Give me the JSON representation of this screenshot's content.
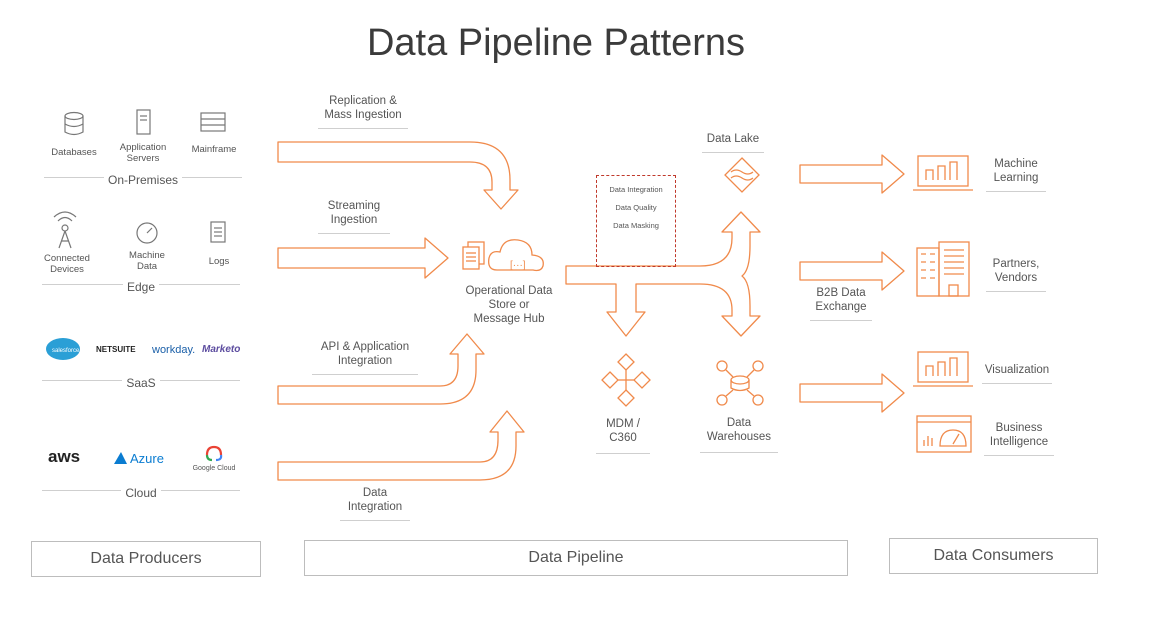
{
  "title": "Data Pipeline Patterns",
  "colors": {
    "accent": "#f08a4b",
    "text": "#4a4a4a",
    "line": "#bdbdbd",
    "salesforce": "#2a9fd6",
    "azure": "#0a7cd1",
    "marketo": "#5c4c9f",
    "workday": "#f39c12"
  },
  "producers": {
    "on_premises": {
      "label": "On-Premises",
      "items": [
        {
          "label": "Databases",
          "icon": "database-icon"
        },
        {
          "label": "Application Servers",
          "icon": "server-icon"
        },
        {
          "label": "Mainframe",
          "icon": "mainframe-icon"
        }
      ]
    },
    "edge": {
      "label": "Edge",
      "items": [
        {
          "label": "Connected Devices",
          "icon": "antenna-icon"
        },
        {
          "label": "Machine Data",
          "icon": "gauge-icon"
        },
        {
          "label": "Logs",
          "icon": "document-icon"
        }
      ]
    },
    "saas": {
      "label": "SaaS",
      "logos": [
        "salesforce",
        "NETSUITE",
        "workday.",
        "Marketo"
      ]
    },
    "cloud": {
      "label": "Cloud",
      "logos": [
        "aws",
        "Azure",
        "Google Cloud"
      ]
    }
  },
  "pipeline": {
    "replication": "Replication & Mass Ingestion",
    "streaming": "Streaming Ingestion",
    "api": "API & Application Integration",
    "data_integration": "Data Integration",
    "hub": "Operational Data Store or Message Hub",
    "box_items": [
      "Data Integration",
      "Data Quality",
      "Data Masking"
    ],
    "data_lake": "Data Lake",
    "mdm": "MDM / C360",
    "warehouses": "Data Warehouses",
    "b2b": "B2B Data Exchange"
  },
  "consumers": [
    {
      "label": "Machine Learning",
      "icon": "chart-monitor-icon"
    },
    {
      "label": "Partners, Vendors",
      "icon": "building-icon"
    },
    {
      "label": "Visualization",
      "icon": "chart-monitor-icon"
    },
    {
      "label": "Business Intelligence",
      "icon": "dashboard-icon"
    }
  ],
  "footer": {
    "producers": "Data Producers",
    "pipeline": "Data Pipeline",
    "consumers": "Data Consumers"
  }
}
